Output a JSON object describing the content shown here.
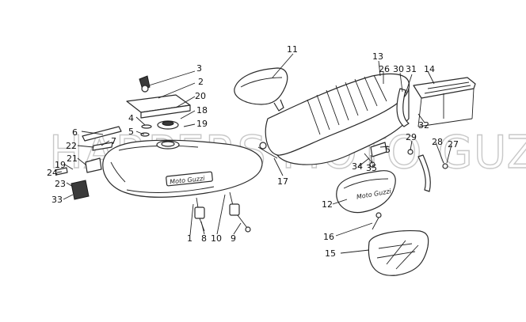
{
  "watermark": "HARPERS MOTO GUZZI©",
  "tank_lettering": "Moto Guzzi",
  "side_cover_lettering": "Moto Guzzi",
  "callouts": [
    {
      "id": "c1",
      "text": "1"
    },
    {
      "id": "c2",
      "text": "2"
    },
    {
      "id": "c3",
      "text": "3"
    },
    {
      "id": "c4",
      "text": "4"
    },
    {
      "id": "c5a",
      "text": "5"
    },
    {
      "id": "c5b",
      "text": "5"
    },
    {
      "id": "c6",
      "text": "6"
    },
    {
      "id": "c7",
      "text": "7"
    },
    {
      "id": "c8",
      "text": "8"
    },
    {
      "id": "c9",
      "text": "9"
    },
    {
      "id": "c10",
      "text": "10"
    },
    {
      "id": "c11",
      "text": "11"
    },
    {
      "id": "c12",
      "text": "12"
    },
    {
      "id": "c13",
      "text": "13"
    },
    {
      "id": "c14",
      "text": "14"
    },
    {
      "id": "c15",
      "text": "15"
    },
    {
      "id": "c16",
      "text": "16"
    },
    {
      "id": "c17",
      "text": "17"
    },
    {
      "id": "c18",
      "text": "18"
    },
    {
      "id": "c19a",
      "text": "19"
    },
    {
      "id": "c19b",
      "text": "19"
    },
    {
      "id": "c20",
      "text": "20"
    },
    {
      "id": "c21",
      "text": "21"
    },
    {
      "id": "c22",
      "text": "22"
    },
    {
      "id": "c23",
      "text": "23"
    },
    {
      "id": "c24",
      "text": "24"
    },
    {
      "id": "c26",
      "text": "26"
    },
    {
      "id": "c27",
      "text": "27"
    },
    {
      "id": "c28",
      "text": "28"
    },
    {
      "id": "c29",
      "text": "29"
    },
    {
      "id": "c30",
      "text": "30"
    },
    {
      "id": "c31",
      "text": "31"
    },
    {
      "id": "c32",
      "text": "32"
    },
    {
      "id": "c33",
      "text": "33"
    },
    {
      "id": "c34",
      "text": "34"
    },
    {
      "id": "c35",
      "text": "35"
    }
  ]
}
